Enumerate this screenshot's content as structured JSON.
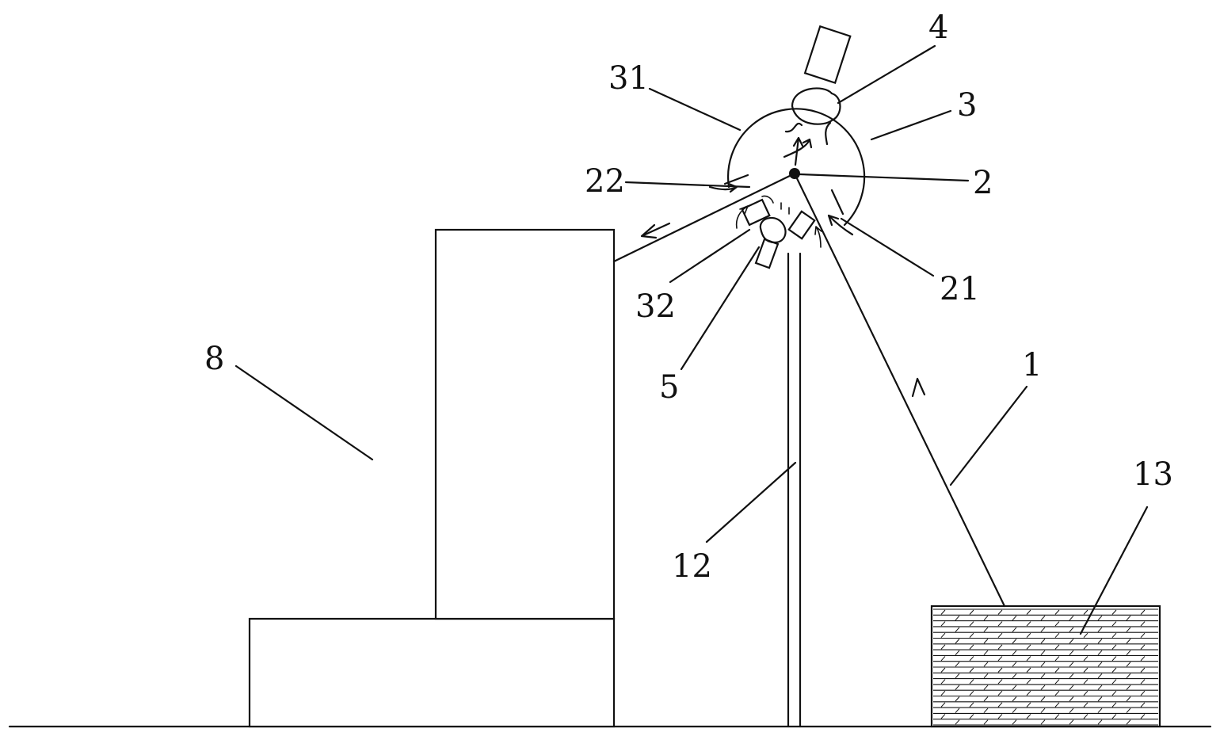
{
  "figure": {
    "ref_labels": {
      "belt": "1",
      "pivot": "2",
      "belt_right_segment": "21",
      "belt_left_segment": "22",
      "housing": "3",
      "upper_arm": "31",
      "lower_arm": "32",
      "motor": "4",
      "lower_motor": "5",
      "building": "8",
      "support_pole": "12",
      "stack": "13"
    }
  }
}
